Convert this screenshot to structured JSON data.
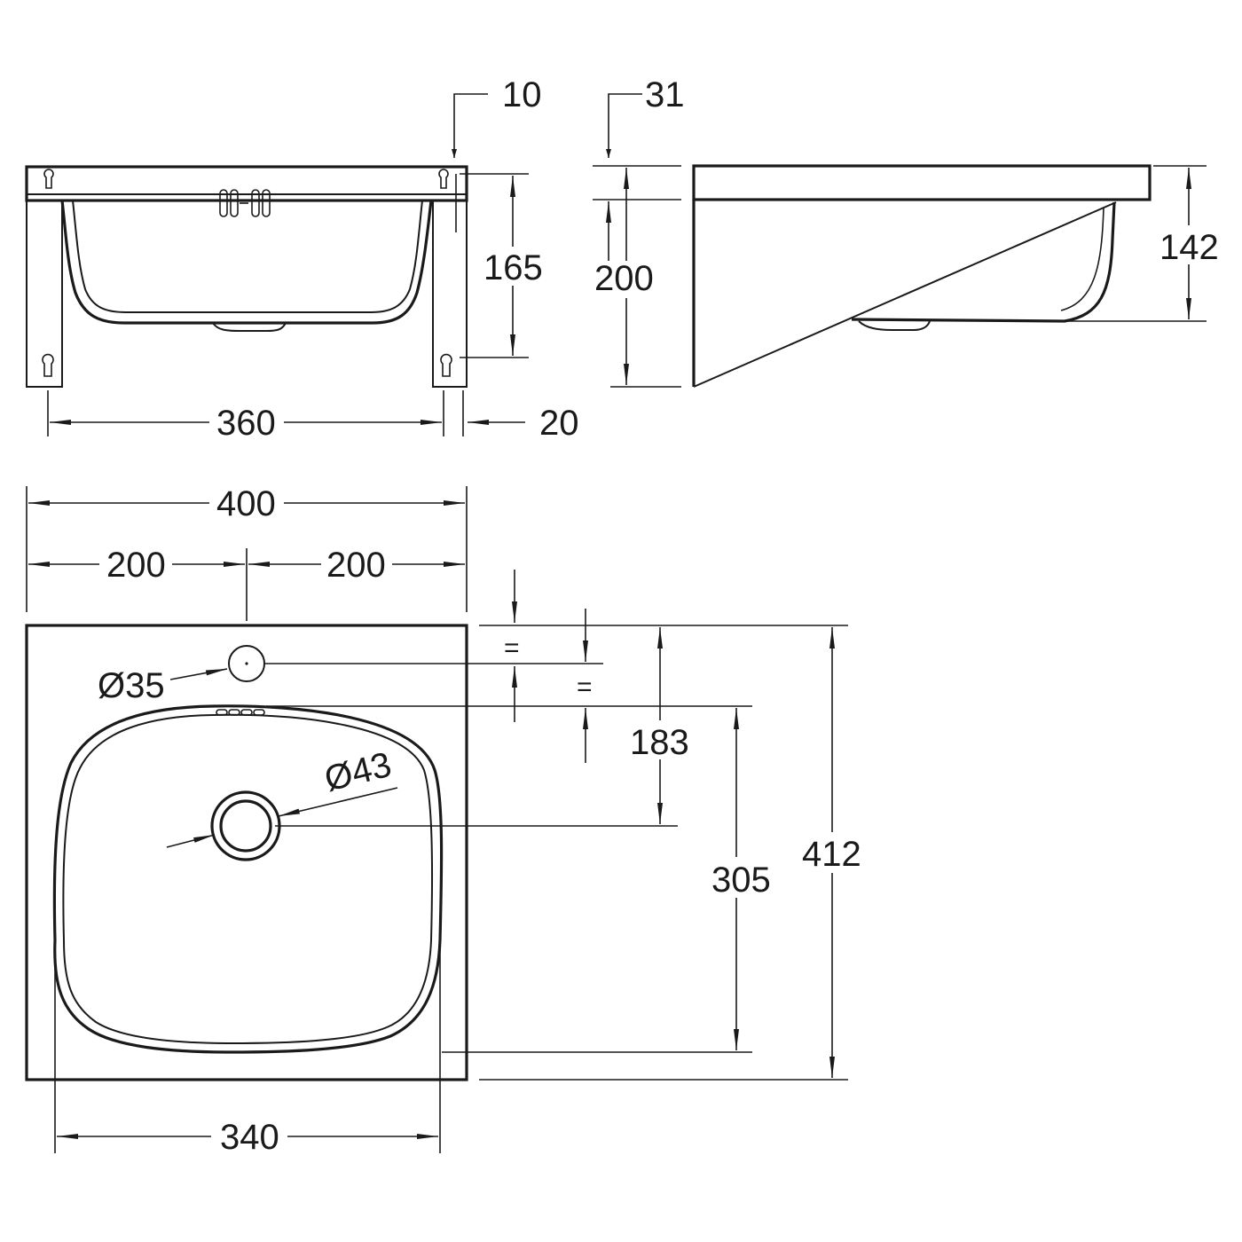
{
  "colors": {
    "line": "#1a1a1a",
    "background": "#ffffff"
  },
  "front_view": {
    "dim_top_offset": "10",
    "dim_bowl_height": "165",
    "dim_bracket_spacing": "360",
    "dim_bracket_width": "20"
  },
  "side_view": {
    "dim_rim_thickness": "31",
    "dim_total_height": "200",
    "dim_bowl_depth": "142"
  },
  "top_view": {
    "dim_total_width": "400",
    "dim_half_left": "200",
    "dim_half_right": "200",
    "dim_tap_hole": "Ø35",
    "dim_drain": "Ø43",
    "dim_drain_offset": "183",
    "dim_bowl_length": "305",
    "dim_total_depth": "412",
    "dim_bowl_width": "340",
    "equal_mark_1": "=",
    "equal_mark_2": "="
  }
}
